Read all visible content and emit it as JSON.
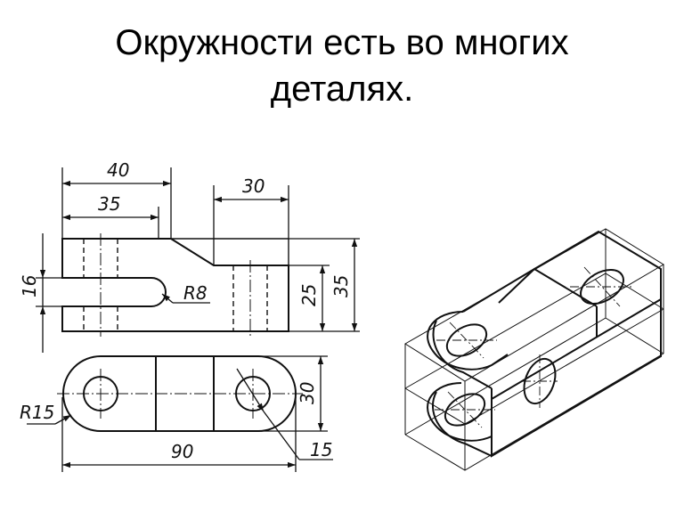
{
  "slide": {
    "title_line1": "Окружности есть во многих",
    "title_line2": "деталях."
  },
  "drawing": {
    "line_color": "#111111",
    "dimensions": {
      "d40": "40",
      "d35_top": "35",
      "d30_top": "30",
      "d16": "16",
      "r8": "R8",
      "d25": "25",
      "d35_side": "35",
      "d30_side": "30",
      "r15": "R15",
      "d90": "90",
      "d15": "15"
    }
  }
}
